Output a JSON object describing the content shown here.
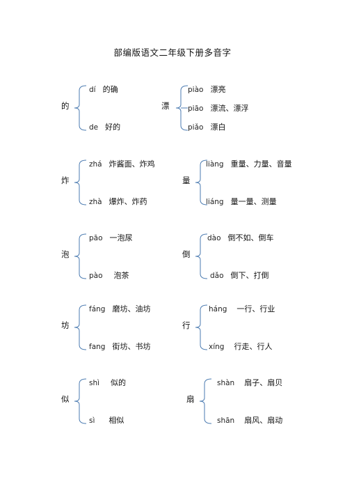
{
  "title": "部编版语文二年级下册多音字",
  "groups": [
    {
      "char": "的",
      "entries": [
        {
          "pinyin": "dí",
          "words": "的确"
        },
        {
          "pinyin": "de",
          "words": "好的"
        }
      ]
    },
    {
      "char": "漂",
      "entries": [
        {
          "pinyin": "piào",
          "words": "漂亮"
        },
        {
          "pinyin": "piāo",
          "words": "漂流、漂浮"
        },
        {
          "pinyin": "piǎo",
          "words": "漂白"
        }
      ]
    },
    {
      "char": "炸",
      "entries": [
        {
          "pinyin": "zhá",
          "words": "炸酱面、炸鸡"
        },
        {
          "pinyin": "zhà",
          "words": "爆炸、炸药"
        }
      ]
    },
    {
      "char": "量",
      "entries": [
        {
          "pinyin": "liàng",
          "words": "重量、力量、音量"
        },
        {
          "pinyin": "liáng",
          "words": "量一量、测量"
        }
      ]
    },
    {
      "char": "泡",
      "entries": [
        {
          "pinyin": "pāo",
          "words": "一泡尿"
        },
        {
          "pinyin": "pào",
          "words": "泡茶"
        }
      ]
    },
    {
      "char": "倒",
      "entries": [
        {
          "pinyin": "dào",
          "words": "倒不如、倒车"
        },
        {
          "pinyin": "dǎo",
          "words": "倒下、打倒"
        }
      ]
    },
    {
      "char": "坊",
      "entries": [
        {
          "pinyin": "fáng",
          "words": "磨坊、油坊"
        },
        {
          "pinyin": "fang",
          "words": "街坊、书坊"
        }
      ]
    },
    {
      "char": "行",
      "entries": [
        {
          "pinyin": "háng",
          "words": "一行、行业"
        },
        {
          "pinyin": "xíng",
          "words": "行走、行人"
        }
      ]
    },
    {
      "char": "似",
      "entries": [
        {
          "pinyin": "shì",
          "words": "似的"
        },
        {
          "pinyin": "sì",
          "words": "相似"
        }
      ]
    },
    {
      "char": "扇",
      "entries": [
        {
          "pinyin": "shàn",
          "words": "扇子、扇贝"
        },
        {
          "pinyin": "shān",
          "words": "扇风、扇动"
        }
      ]
    }
  ]
}
